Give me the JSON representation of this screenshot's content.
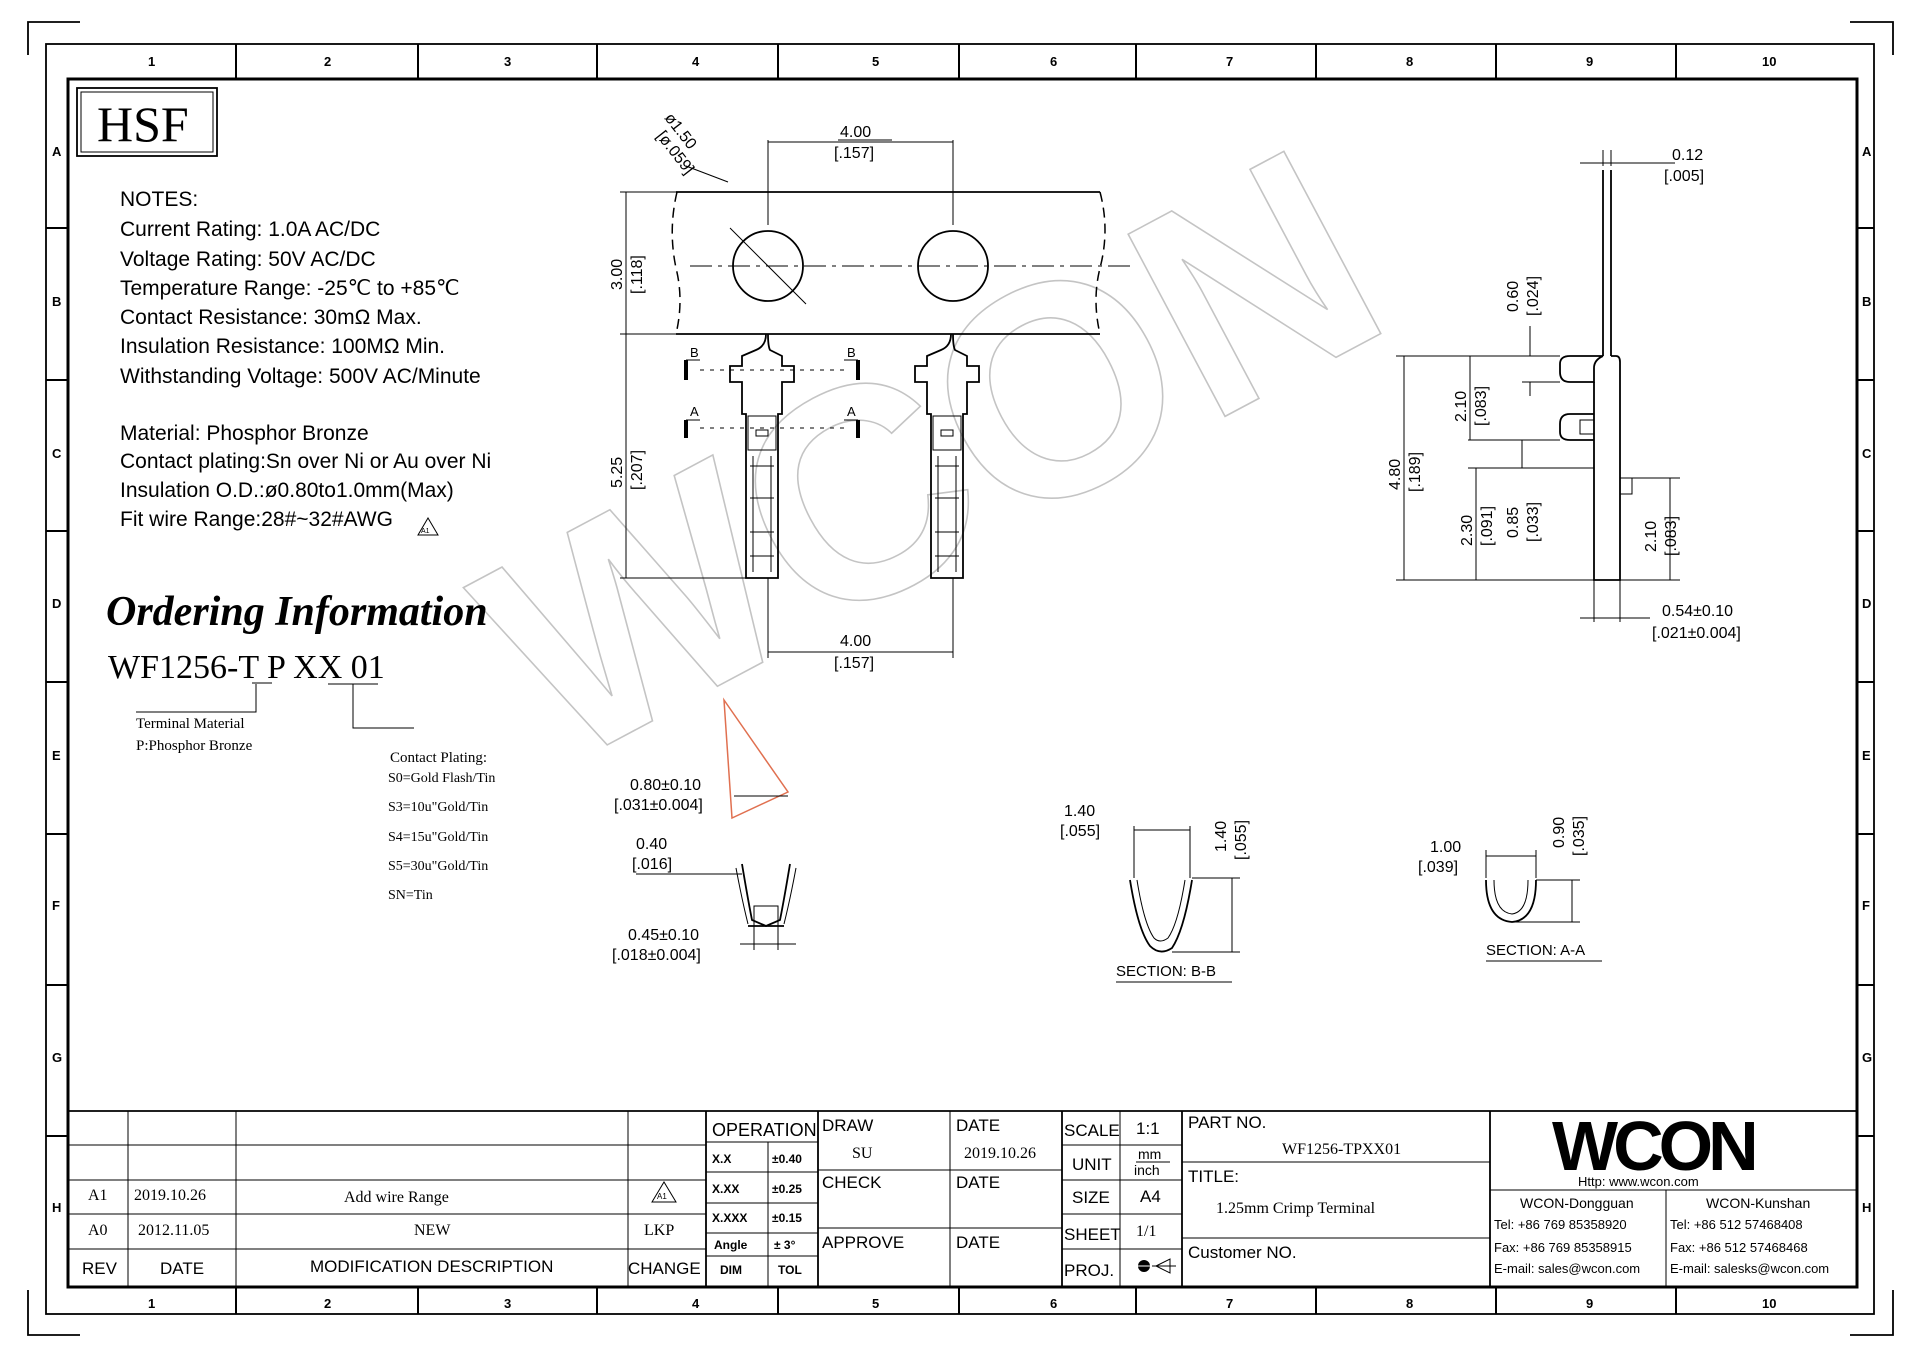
{
  "border": {
    "cols": [
      "1",
      "2",
      "3",
      "4",
      "5",
      "6",
      "7",
      "8",
      "9",
      "10"
    ],
    "rows": [
      "A",
      "B",
      "C",
      "D",
      "E",
      "F",
      "G",
      "H"
    ]
  },
  "hsf_stamp": "HSF",
  "notes": {
    "title": "NOTES:",
    "lines": [
      "Current Rating: 1.0A AC/DC",
      "Voltage Rating: 50V AC/DC",
      "Temperature Range: -25℃ to +85℃",
      "Contact Resistance: 30mΩ Max.",
      "Insulation Resistance: 100MΩ Min.",
      "Withstanding Voltage: 500V AC/Minute",
      "",
      "Material: Phosphor Bronze",
      "Contact plating:Sn over Ni or Au over Ni",
      "Insulation O.D.:ø0.80to1.0mm(Max)",
      "Fit wire Range:28#~32#AWG"
    ],
    "rev_flag": "A1"
  },
  "ordering": {
    "title": "Ordering Information",
    "code_parts": [
      "WF1256-",
      "T",
      " P ",
      "XX",
      " 01"
    ],
    "material_label": "Terminal Material",
    "material_value": "P:Phosphor Bronze",
    "plating_title": "Contact Plating:",
    "plating_options": [
      "S0=Gold Flash/Tin",
      "S3=10u\"Gold/Tin",
      "S4=15u\"Gold/Tin",
      "S5=30u\"Gold/Tin",
      "SN=Tin"
    ]
  },
  "dimensions": {
    "hole_dia": "ø1.50",
    "hole_dia_in": "[ø.059]",
    "pitch_top": "4.00",
    "pitch_top_in": "[.157]",
    "carrier_h": "3.00",
    "carrier_h_in": "[.118]",
    "term_len": "5.25",
    "term_len_in": "[.207]",
    "pitch_bot": "4.00",
    "pitch_bot_in": "[.157]",
    "section_b": "B",
    "section_a": "A",
    "thick": "0.12",
    "thick_in": "[.005]",
    "side_060": "0.60",
    "side_060_in": "[.024]",
    "side_210a": "2.10",
    "side_210a_in": "[.083]",
    "side_480": "4.80",
    "side_480_in": "[.189]",
    "side_230": "2.30",
    "side_230_in": "[.091]",
    "side_085": "0.85",
    "side_085_in": "[.033]",
    "side_210b": "2.10",
    "side_210b_in": "[.083]",
    "side_054": "0.54±0.10",
    "side_054_in": "[.021±0.004]",
    "end_080": "0.80±0.10",
    "end_080_in": "[.031±0.004]",
    "end_040": "0.40",
    "end_040_in": "[.016]",
    "end_045": "0.45±0.10",
    "end_045_in": "[.018±0.004]",
    "bb_w": "1.40",
    "bb_w_in": "[.055]",
    "bb_h": "1.40",
    "bb_h_in": "[.055]",
    "bb_label": "SECTION: B-B",
    "aa_w": "1.00",
    "aa_w_in": "[.039]",
    "aa_h": "0.90",
    "aa_h_in": "[.035]",
    "aa_label": "SECTION: A-A"
  },
  "watermark": "WCON",
  "title_block": {
    "revisions": [
      {
        "rev": "A1",
        "date": "2019.10.26",
        "desc": "Add wire Range",
        "change": "A1"
      },
      {
        "rev": "A0",
        "date": "2012.11.05",
        "desc": "NEW",
        "change": "LKP"
      }
    ],
    "rev_header": "REV",
    "date_header": "DATE",
    "desc_header": "MODIFICATION DESCRIPTION",
    "change_header": "CHANGE",
    "operation": "OPERATION",
    "tolerances": [
      {
        "dim": "X.X",
        "tol": "±0.40"
      },
      {
        "dim": "X.XX",
        "tol": "±0.25"
      },
      {
        "dim": "X.XXX",
        "tol": "±0.15"
      },
      {
        "dim": "Angle",
        "tol": "± 3°"
      }
    ],
    "dim_label": "DIM",
    "tol_label": "TOL",
    "draw_label": "DRAW",
    "draw_value": "SU",
    "date_label": "DATE",
    "draw_date": "2019.10.26",
    "check_label": "CHECK",
    "approve_label": "APPROVE",
    "scale_label": "SCALE",
    "scale_value": "1:1",
    "unit_label": "UNIT",
    "unit_mm": "mm",
    "unit_inch": "inch",
    "size_label": "SIZE",
    "size_value": "A4",
    "sheet_label": "SHEET",
    "sheet_value": "1/1",
    "proj_label": "PROJ.",
    "part_no_label": "PART NO.",
    "part_no_value": "WF1256-TPXX01",
    "title_label": "TITLE:",
    "title_value": "1.25mm Crimp Terminal",
    "customer_label": "Customer NO.",
    "logo": "WCON",
    "website": "Http:  www.wcon.com",
    "dongguan": {
      "name": "WCON-Dongguan",
      "tel": "Tel: +86 769 85358920",
      "fax": "Fax: +86 769 85358915",
      "email": "E-mail: sales@wcon.com"
    },
    "kunshan": {
      "name": "WCON-Kunshan",
      "tel": "Tel: +86 512 57468408",
      "fax": "Fax: +86 512 57468468",
      "email": "E-mail: salesks@wcon.com"
    }
  }
}
